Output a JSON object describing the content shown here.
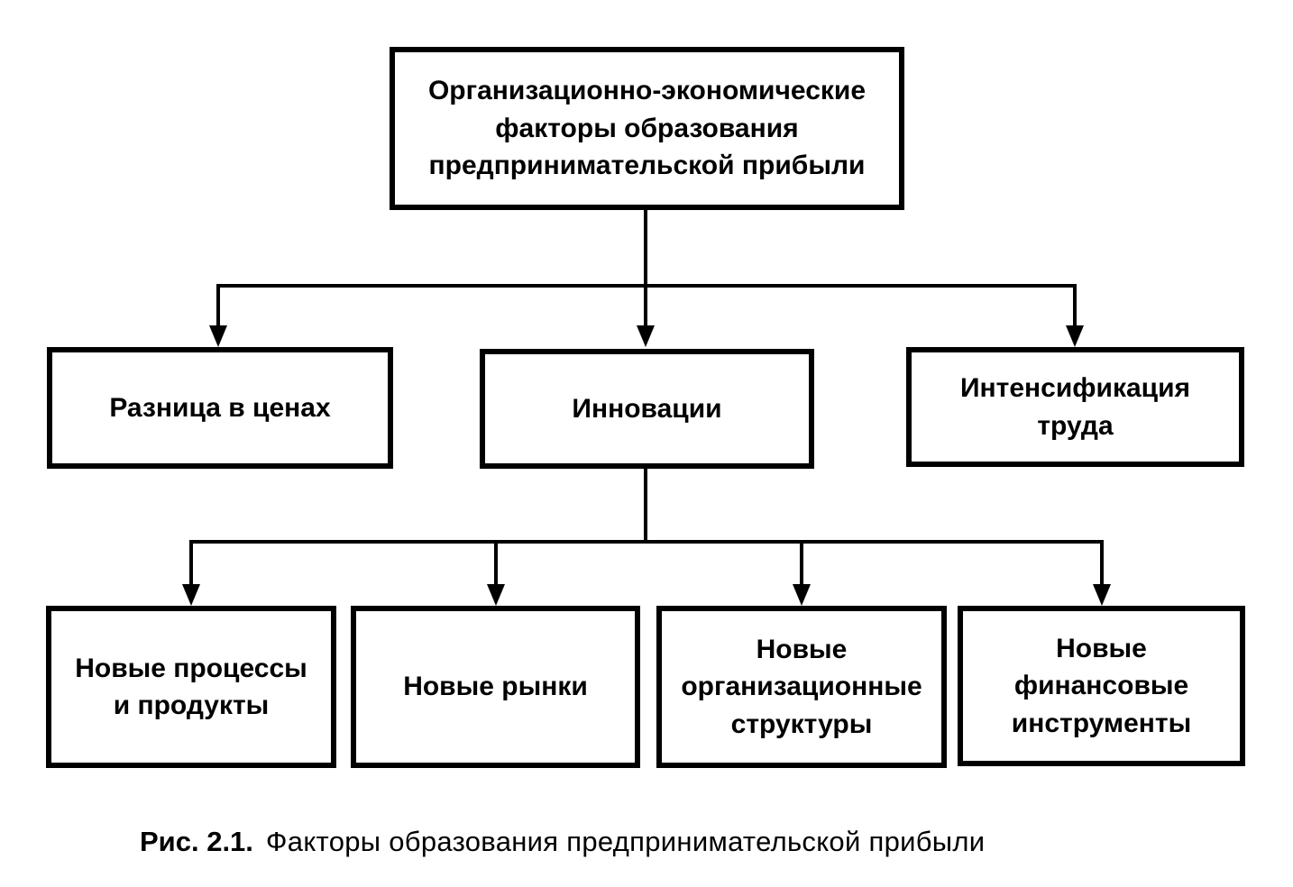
{
  "figure": {
    "root": {
      "label": "Организационно-экономические\nфакторы образования\nпредпринимательской прибыли"
    },
    "level1": [
      {
        "id": "price",
        "label": "Разница в ценах"
      },
      {
        "id": "innovation",
        "label": "Инновации"
      },
      {
        "id": "labor",
        "label": "Интенсификация\nтруда"
      }
    ],
    "level2": [
      {
        "id": "processes",
        "label": "Новые процессы\nи продукты"
      },
      {
        "id": "markets",
        "label": "Новые рынки"
      },
      {
        "id": "orgstruct",
        "label": "Новые\nорганизационные\nструктуры"
      },
      {
        "id": "fininstr",
        "label": "Новые\nфинансовые\nинструменты"
      }
    ],
    "caption": {
      "prefix": "Рис. 2.1.",
      "text": "Факторы образования предпринимательской прибыли"
    },
    "colors": {
      "ink": "#000000",
      "background": "#ffffff"
    }
  }
}
